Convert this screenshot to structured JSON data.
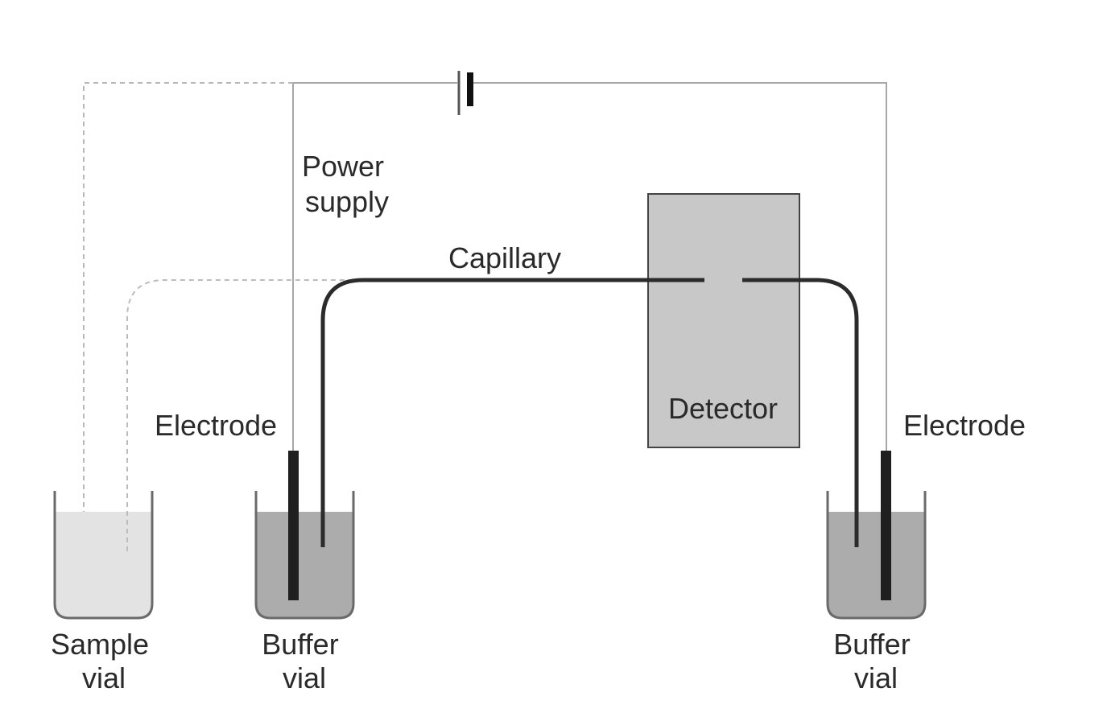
{
  "labels": {
    "power_supply": [
      "Power",
      "supply"
    ],
    "capillary": "Capillary",
    "detector": "Detector",
    "electrode_left": "Electrode",
    "electrode_right": "Electrode",
    "sample_vial": [
      "Sample",
      "vial"
    ],
    "buffer_vial_left": [
      "Buffer",
      "vial"
    ],
    "buffer_vial_right": [
      "Buffer",
      "vial"
    ]
  },
  "colors": {
    "sample_liquid": "#e3e3e3",
    "buffer_liquid": "#acacac",
    "detector_fill": "#c8c8c8",
    "electrode": "#1f1f1f",
    "capillary": "#2b2b2b"
  }
}
